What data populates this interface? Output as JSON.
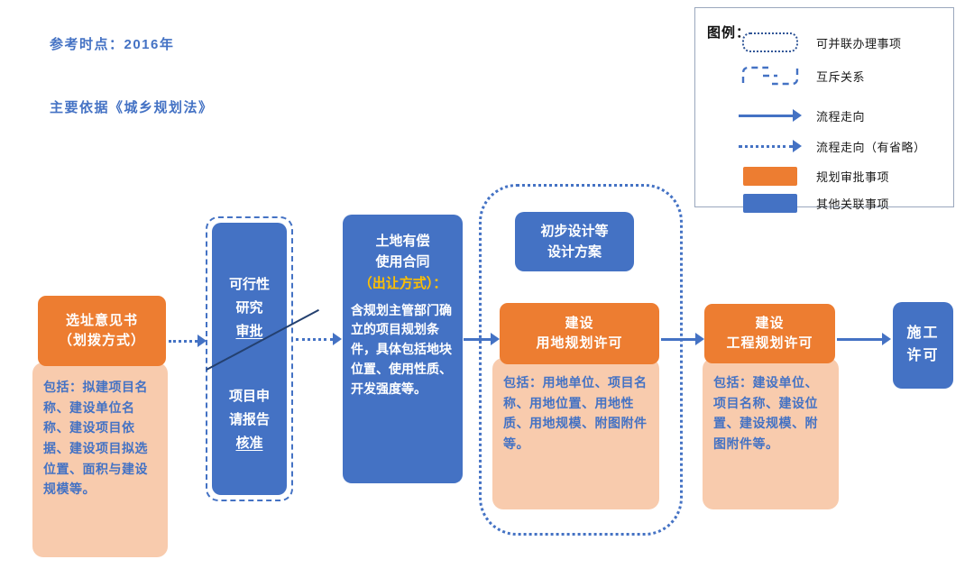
{
  "header": {
    "reference_time": "参考时点：2016年",
    "legal_basis": "主要依据《城乡规划法》"
  },
  "legend": {
    "title": "图例：",
    "items": [
      {
        "icon": "dotted-box-symbol",
        "label": "可并联办理事项"
      },
      {
        "icon": "mutex-symbol",
        "label": "互斥关系"
      },
      {
        "icon": "solid-arrow-symbol",
        "label": "流程走向"
      },
      {
        "icon": "dotted-arrow-symbol",
        "label": "流程走向（有省略）"
      },
      {
        "icon": "orange-swatch",
        "label": "规划审批事项"
      },
      {
        "icon": "blue-swatch",
        "label": "其他关联事项"
      }
    ]
  },
  "flow": {
    "site_selection": {
      "title": "选址意见书\n（划拨方式）",
      "detail": "包括：拟建项目名称、建设单位名称、建设项目依据、建设项目拟选位置、面积与建设规模等。"
    },
    "feasibility": {
      "option1": "可行性\n研究",
      "option1_underlined": "审批",
      "option2": "项目申\n请报告",
      "option2_underlined": "核准"
    },
    "land_contract": {
      "title": "土地有偿\n使用合同",
      "method": "（出让方式）：",
      "body": "含规划主管部门确立的项目规划条件，具体包括地块位置、使用性质、开发强度等。"
    },
    "preliminary_design": {
      "title": "初步设计等\n设计方案"
    },
    "land_use_permit": {
      "title": "建设\n用地规划许可",
      "detail": "包括：用地单位、项目名称、用地位置、用地性质、用地规模、附图附件等。"
    },
    "project_permit": {
      "title": "建设\n工程规划许可",
      "detail": "包括：建设单位、项目名称、建设位置、建设规模、附图附件等。"
    },
    "construction_permit": {
      "title": "施工\n许可"
    }
  },
  "colors": {
    "primary_blue": "#4472C4",
    "approval_orange": "#ED7D31",
    "detail_peach": "#F8CBAD",
    "highlight_orange": "#FFC000",
    "heading_blue": "#4472C4"
  }
}
